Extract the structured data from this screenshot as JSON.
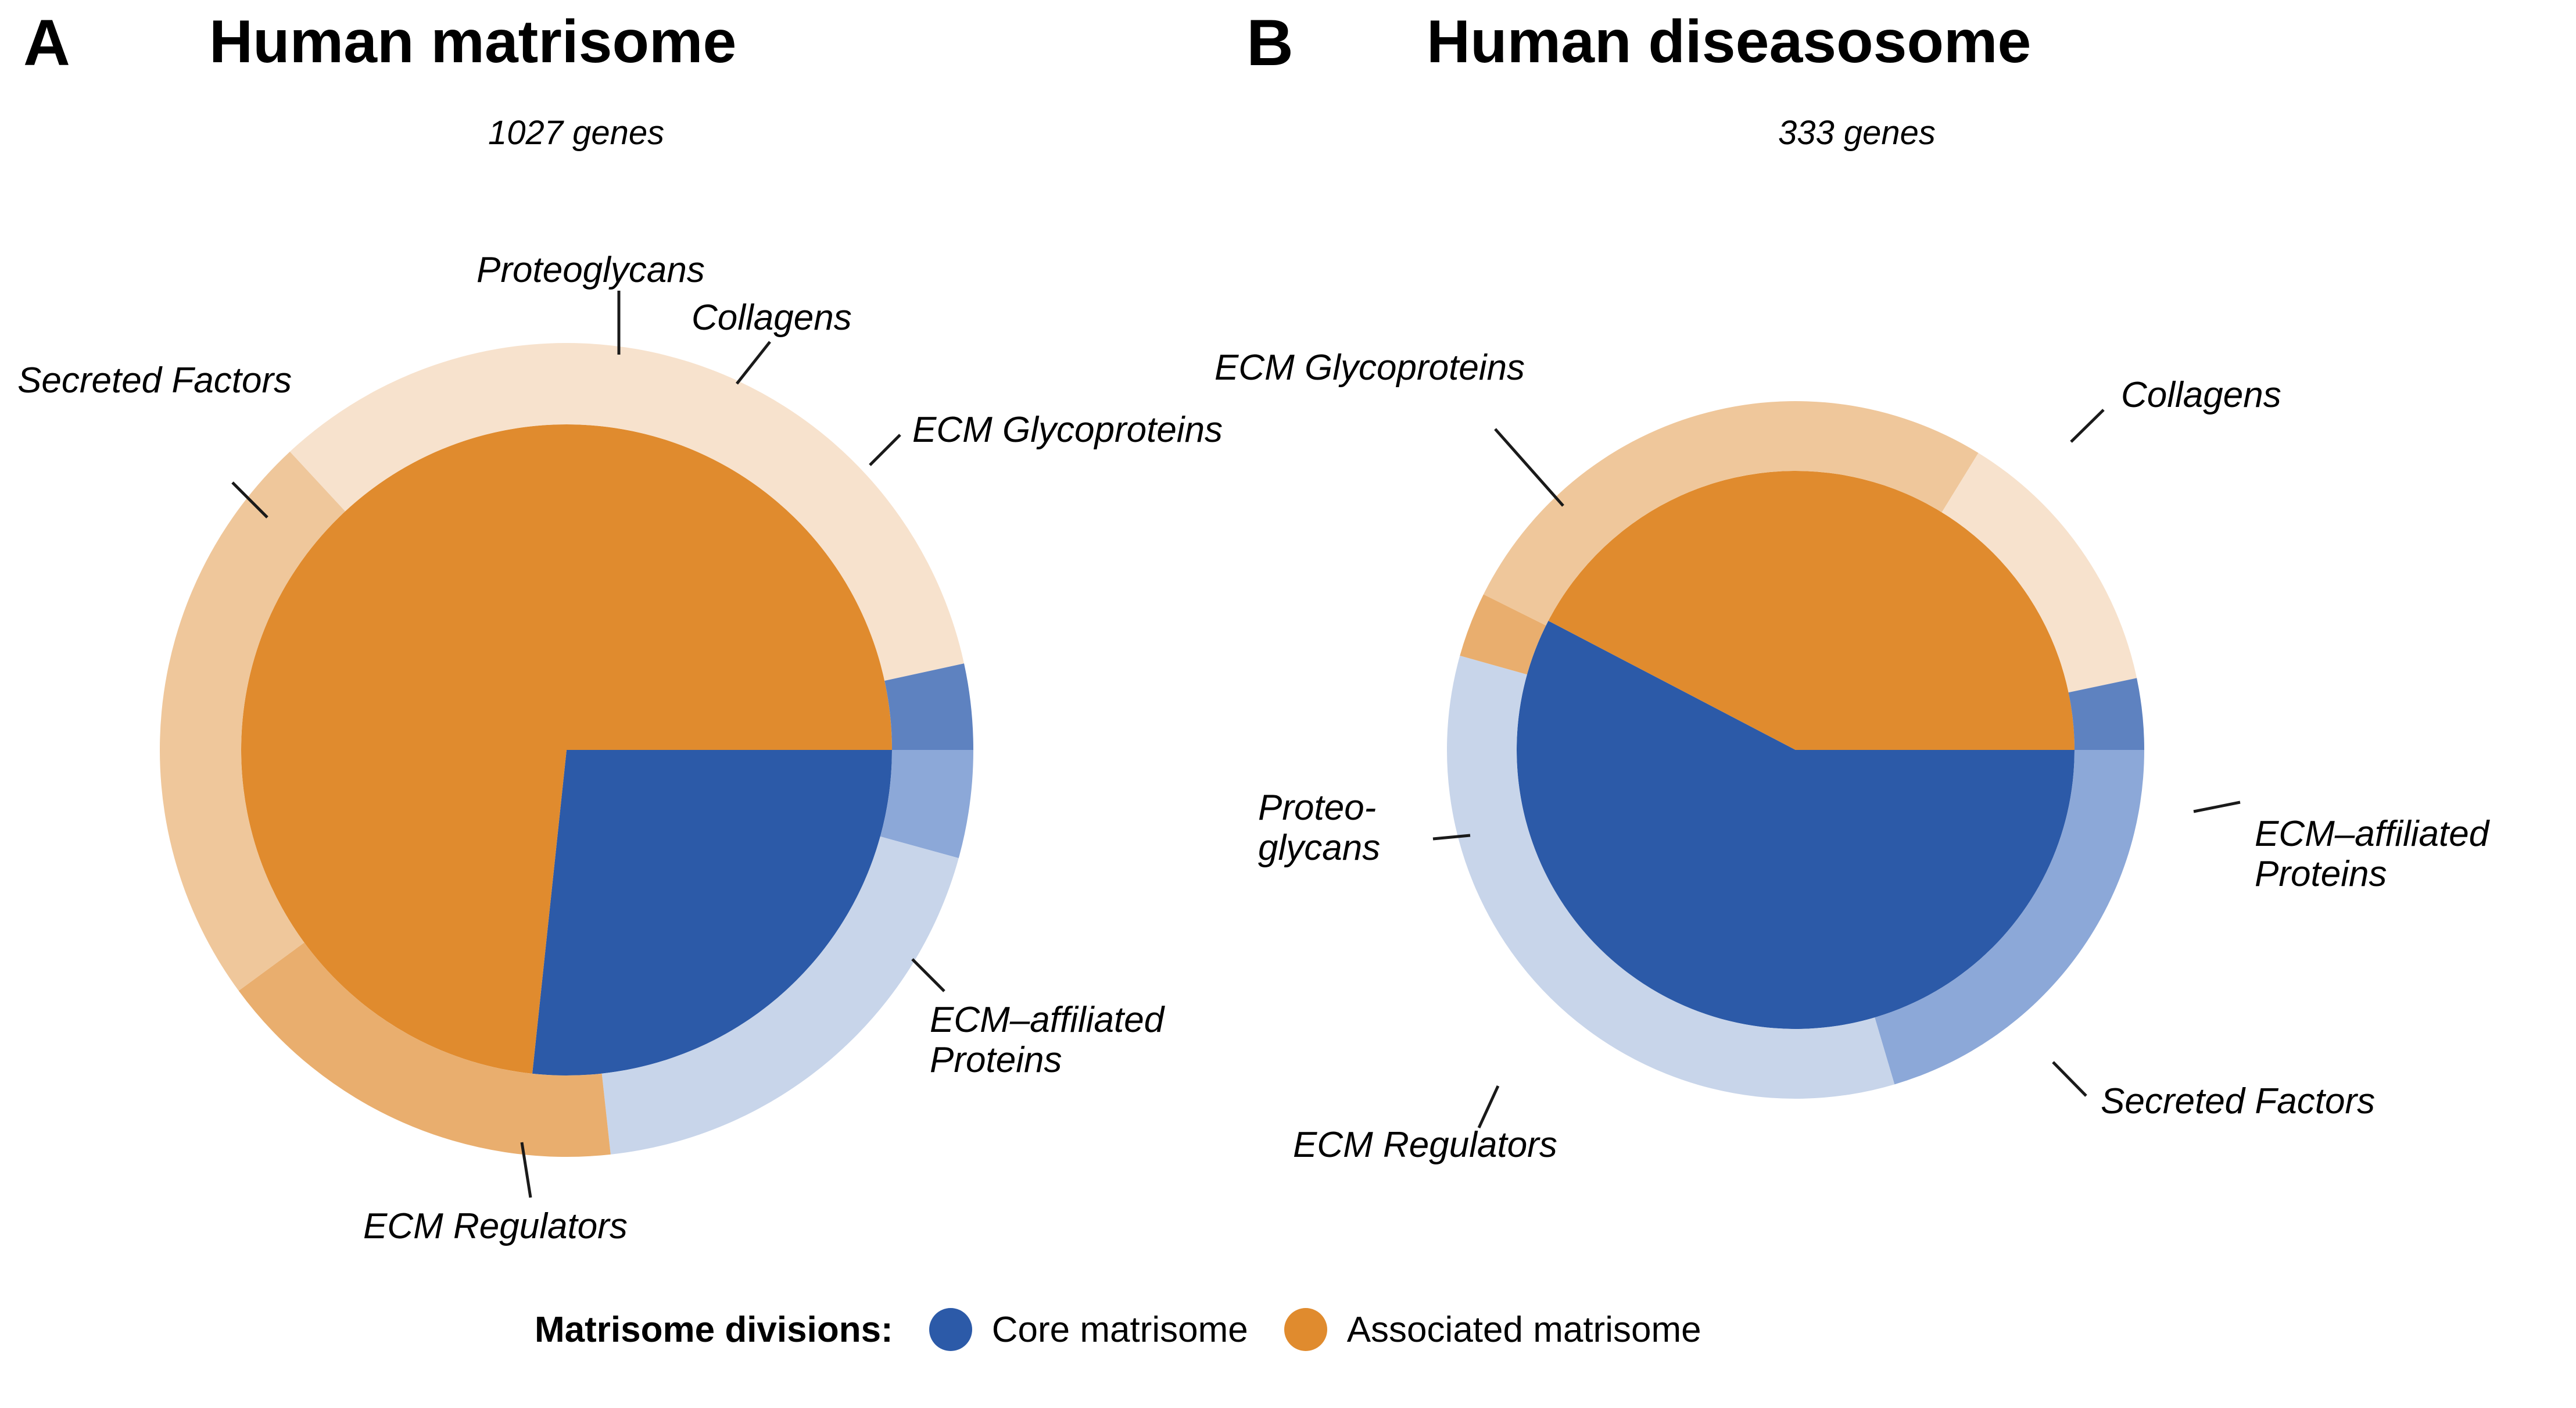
{
  "figure": {
    "background": "#ffffff",
    "colors": {
      "core_matrisome": "#2C5AA8",
      "associated_matrisome": "#E08B2E",
      "collagens": "#8CA8D8",
      "ecm_glycoproteins": "#C8D5EA",
      "proteoglycans": "#5E82C0",
      "ecm_regulators": "#EFC79B",
      "secreted_factors": "#F7E2CD",
      "ecm_affiliated_proteins": "#E9AE6E",
      "leader_line": "#1a1a1a"
    }
  },
  "panels": [
    {
      "letter": "A",
      "title": "Human matrisome",
      "subtitle": "1027 genes",
      "labels": {
        "proteoglycans": "Proteoglycans",
        "collagens": "Collagens",
        "ecm_glycoproteins": "ECM Glycoproteins",
        "ecm_affiliated_line1": "ECM–affiliated",
        "ecm_affiliated_line2": "Proteins",
        "ecm_regulators": "ECM Regulators",
        "secreted_factors": "Secreted Factors"
      }
    },
    {
      "letter": "B",
      "title": "Human diseasosome",
      "subtitle": "333 genes",
      "labels": {
        "ecm_glycoproteins": "ECM Glycoproteins",
        "collagens": "Collagens",
        "proteoglycans_line1": "Proteo-",
        "proteoglycans_line2": "glycans",
        "ecm_affiliated_line1": "ECM–affiliated",
        "ecm_affiliated_line2": "Proteins",
        "secreted_factors": "Secreted Factors",
        "ecm_regulators": "ECM Regulators"
      }
    }
  ],
  "legend": {
    "title": "Matrisome divisions:",
    "items": [
      {
        "label": "Core matrisome",
        "color": "#2C5AA8"
      },
      {
        "label": "Associated matrisome",
        "color": "#E08B2E"
      }
    ]
  },
  "chart_data": [
    {
      "type": "pie",
      "title": "Human matrisome",
      "subtitle": "1027 genes",
      "total": 1027,
      "units": "genes",
      "rings": [
        {
          "name": "inner",
          "role": "Matrisome divisions",
          "categories": [
            "Core matrisome",
            "Associated matrisome"
          ],
          "values": [
            274,
            753
          ],
          "percent": [
            26.7,
            73.3
          ],
          "colors": [
            "#2C5AA8",
            "#E08B2E"
          ]
        },
        {
          "name": "outer",
          "role": "Matrisome categories",
          "categories": [
            "Collagens",
            "ECM Glycoproteins",
            "ECM–affiliated Proteins",
            "ECM Regulators",
            "Secreted Factors",
            "Proteoglycans"
          ],
          "values": [
            44,
            195,
            171,
            238,
            344,
            35
          ],
          "percent": [
            4.3,
            19.0,
            16.7,
            23.2,
            33.5,
            3.4
          ],
          "colors": [
            "#8CA8D8",
            "#C8D5EA",
            "#E9AE6E",
            "#EFC79B",
            "#F7E2CD",
            "#5E82C0"
          ]
        }
      ],
      "start_angle_deg": 0,
      "direction": "clockwise",
      "legend": "bottom"
    },
    {
      "type": "pie",
      "title": "Human diseasosome",
      "subtitle": "333 genes",
      "total": 333,
      "units": "genes",
      "rings": [
        {
          "name": "inner",
          "role": "Matrisome divisions",
          "categories": [
            "Core matrisome",
            "Associated matrisome"
          ],
          "values": [
            192,
            141
          ],
          "percent": [
            57.7,
            42.3
          ],
          "colors": [
            "#2C5AA8",
            "#E08B2E"
          ]
        },
        {
          "name": "outer",
          "role": "Matrisome categories",
          "categories": [
            "Collagens",
            "ECM Glycoproteins",
            "ECM–affiliated Proteins",
            "ECM Regulators",
            "Secreted Factors",
            "Proteoglycans"
          ],
          "values": [
            68,
            113,
            10,
            88,
            43,
            11
          ],
          "percent": [
            20.4,
            33.9,
            3.0,
            26.4,
            12.9,
            3.3
          ],
          "colors": [
            "#8CA8D8",
            "#C8D5EA",
            "#E9AE6E",
            "#EFC79B",
            "#F7E2CD",
            "#5E82C0"
          ]
        }
      ],
      "start_angle_deg": 0,
      "direction": "clockwise",
      "legend": "bottom"
    }
  ]
}
